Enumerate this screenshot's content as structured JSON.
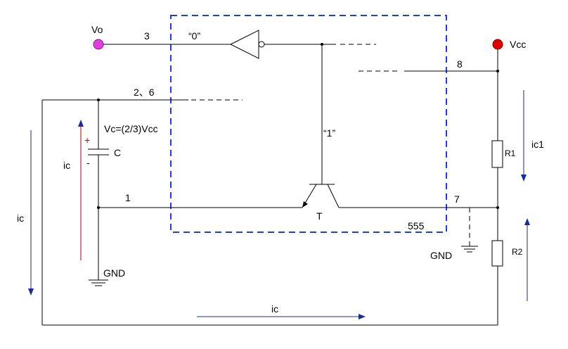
{
  "labels": {
    "vo": "Vo",
    "vcc": "Vcc",
    "pin3": "3",
    "pin8": "8",
    "pin26": "2、6",
    "pin1": "1",
    "pin7": "7",
    "out_state": "“0”",
    "base_state": "“1”",
    "vc_eq": "Vc=(2/3)Vcc",
    "cap": "C",
    "plus": "+",
    "minus": "-",
    "transistor": "T",
    "chip": "555",
    "r1": "R1",
    "r2": "R2",
    "gnd_left": "GND",
    "gnd_right": "GND",
    "ic_cap": "ic",
    "ic_left": "ic",
    "ic_bottom": "ic",
    "ic1": "ic1"
  },
  "colors": {
    "vo_terminal": "#e040e0",
    "vcc_terminal": "#e00000",
    "chip_border": "#1f3fd6",
    "current_arrow": "#1a2a9c",
    "cap_plus": "#e00000"
  }
}
